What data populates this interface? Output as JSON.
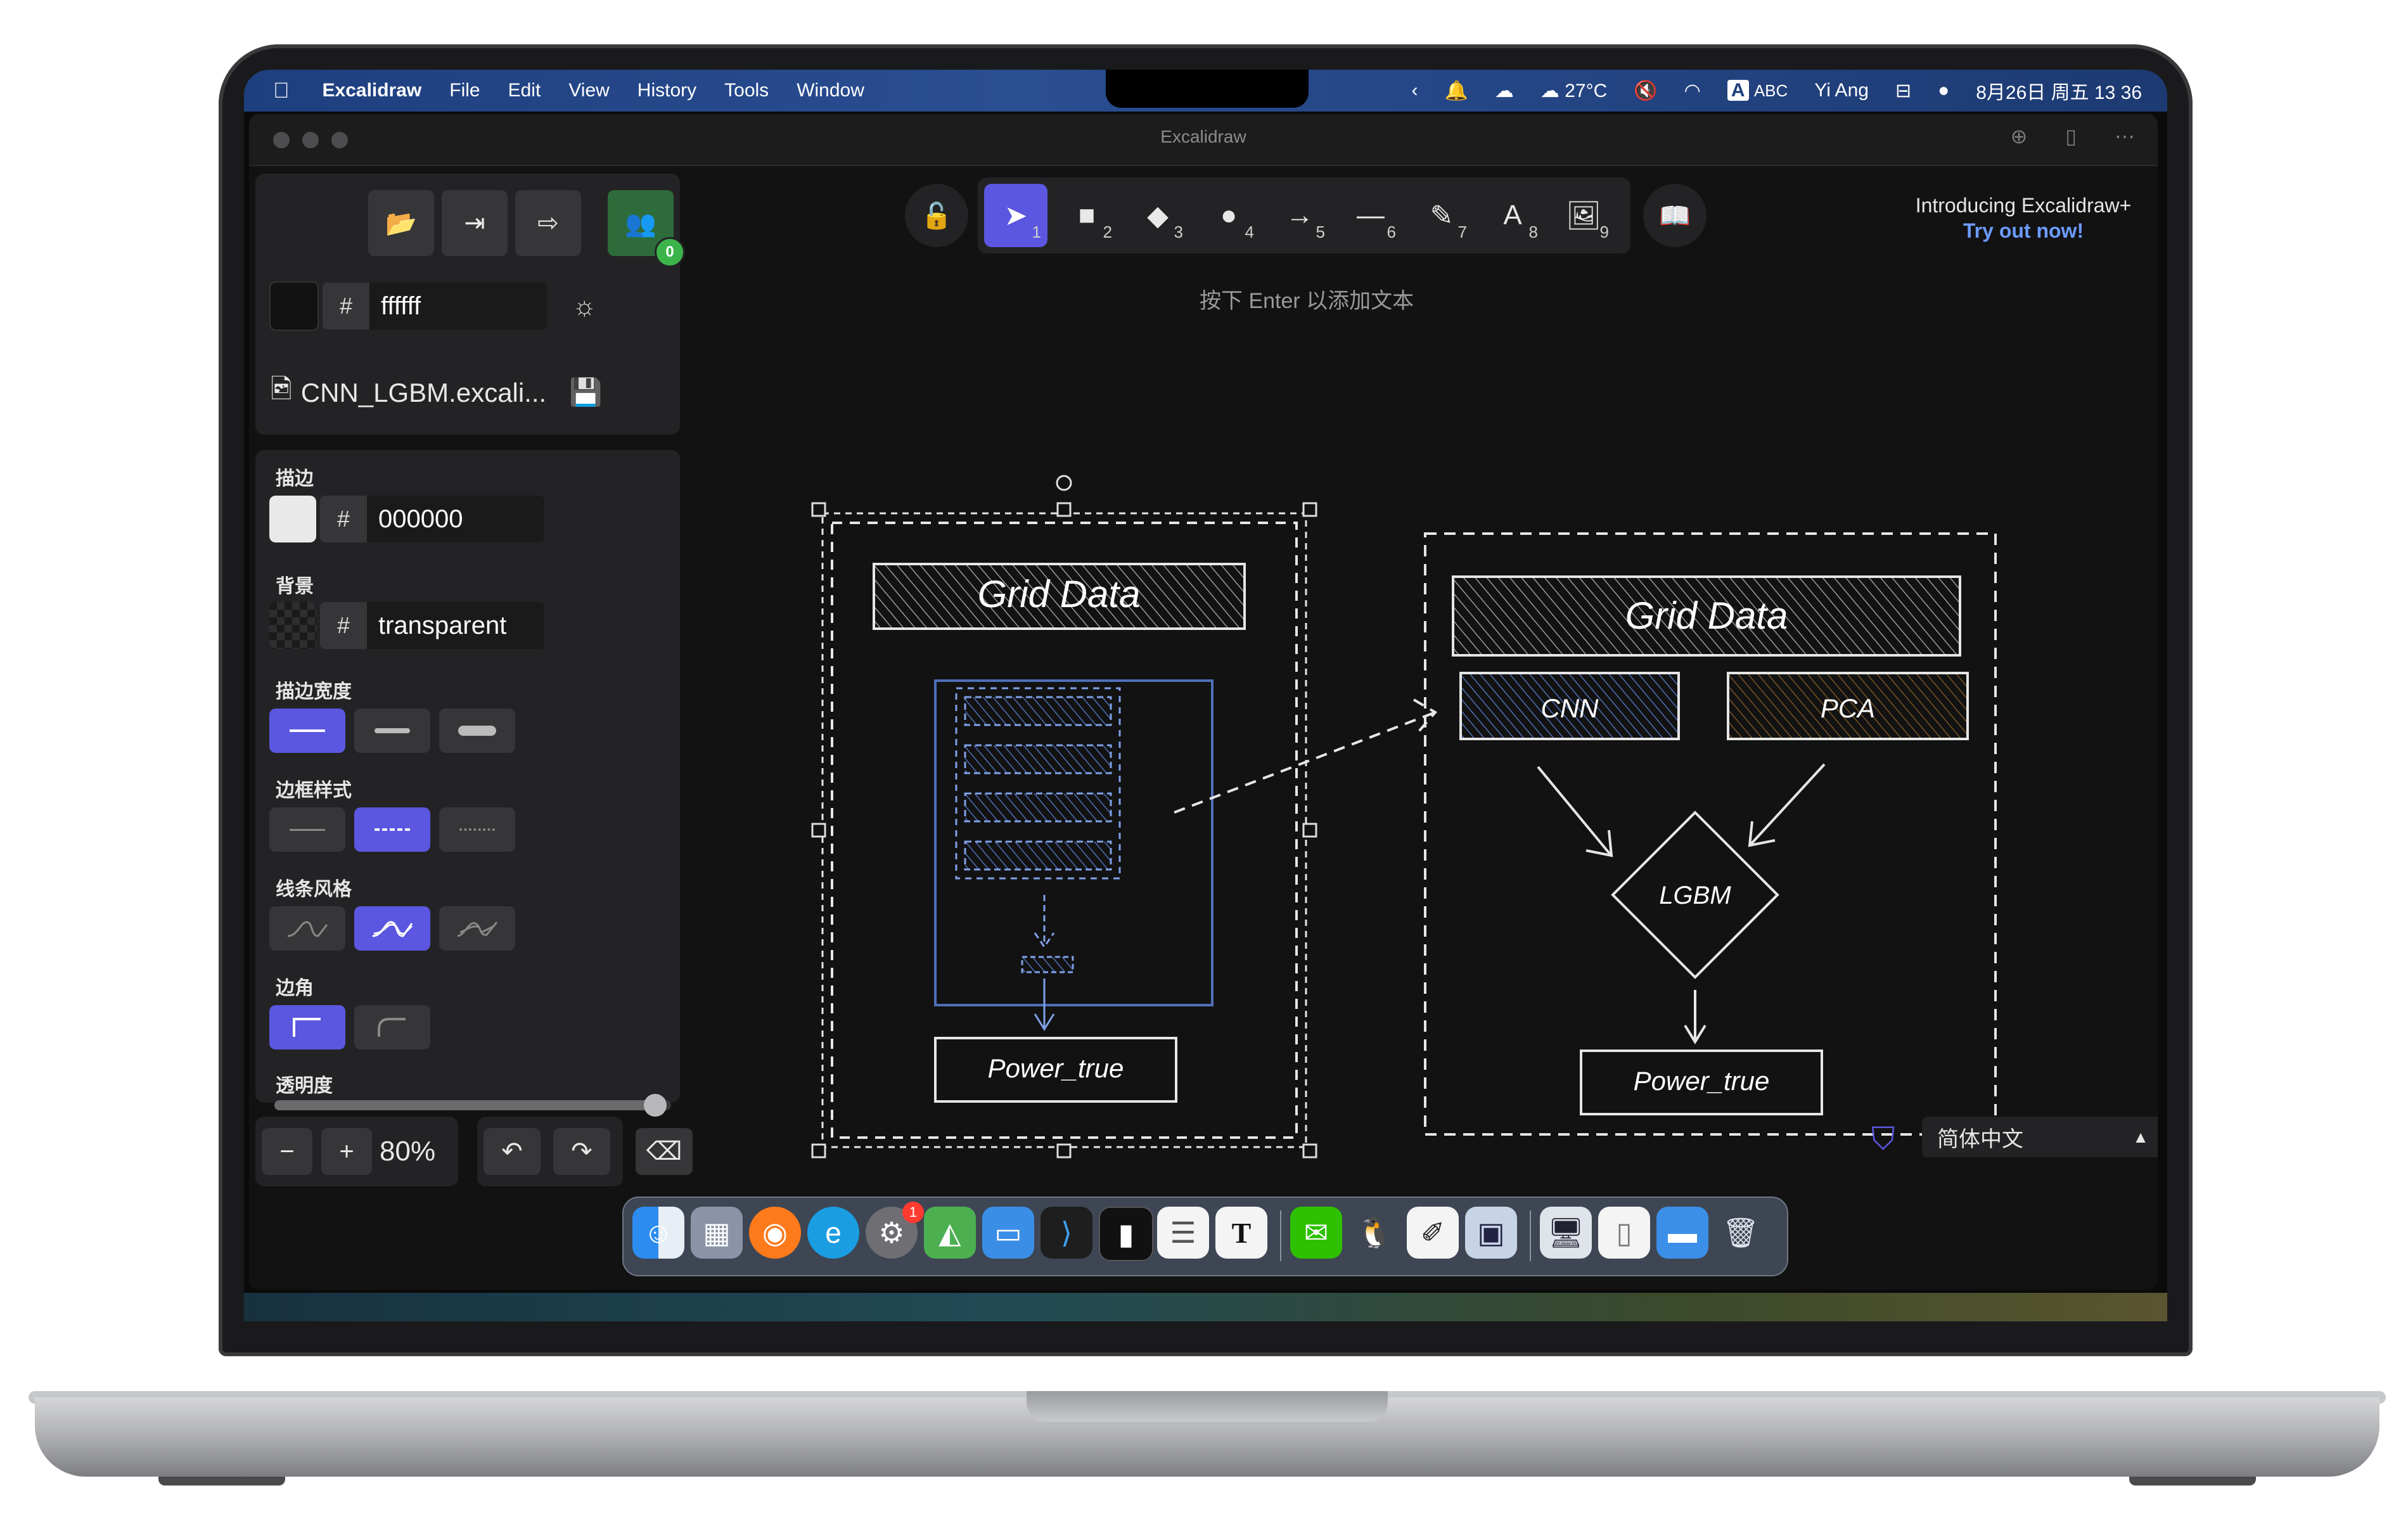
{
  "menubar": {
    "app_name": "Excalidraw",
    "menus": [
      "File",
      "Edit",
      "View",
      "History",
      "Tools",
      "Window"
    ],
    "weather": "27°C",
    "input_method": "ABC",
    "user": "Yi Ang",
    "datetime": "8月26日 周五 13 36"
  },
  "window": {
    "title": "Excalidraw"
  },
  "sidebar": {
    "canvas_bg_hex": "ffffff",
    "file_name": "CNN_LGBM.excali...",
    "collab_count": "0",
    "stroke_label": "描边",
    "stroke_hex": "000000",
    "background_label": "背景",
    "background_hex": "transparent",
    "stroke_width_label": "描边宽度",
    "border_style_label": "边框样式",
    "line_style_label": "线条风格",
    "corner_label": "边角",
    "opacity_label": "透明度",
    "opacity_value": 1.0
  },
  "toolbar": {
    "tools": [
      {
        "name": "selection",
        "shortcut": "1",
        "active": true
      },
      {
        "name": "rectangle",
        "shortcut": "2"
      },
      {
        "name": "diamond",
        "shortcut": "3"
      },
      {
        "name": "ellipse",
        "shortcut": "4"
      },
      {
        "name": "arrow",
        "shortcut": "5"
      },
      {
        "name": "line",
        "shortcut": "6"
      },
      {
        "name": "draw",
        "shortcut": "7"
      },
      {
        "name": "text",
        "shortcut": "8"
      },
      {
        "name": "image",
        "shortcut": "9"
      }
    ],
    "hint": "按下 Enter 以添加文本"
  },
  "promo": {
    "line1": "Introducing Excalidraw+",
    "link": "Try out now!"
  },
  "zoom": {
    "level": "80%"
  },
  "language": {
    "selected": "简体中文"
  },
  "diagram": {
    "left_title": "Grid Data",
    "left_output": "Power_true",
    "right_title": "Grid Data",
    "right_cnn": "CNN",
    "right_pca": "PCA",
    "right_lgbm": "LGBM",
    "right_output": "Power_true"
  },
  "colors": {
    "accent": "#5b57e0",
    "panel": "#232325",
    "canvas": "#121212",
    "cnn_fill": "#1f3a6b",
    "pca_fill": "#4a3218",
    "grid_fill": "#3a3a3a"
  },
  "dock": {
    "apps": [
      "finder-icon",
      "launchpad-icon",
      "firefox-icon",
      "edge-icon",
      "system-settings-icon",
      "maps-icon",
      "preview-icon",
      "vscode-icon",
      "terminal-icon",
      "reminders-icon",
      "typora-icon",
      "wechat-icon",
      "qq-icon",
      "excalidraw-icon",
      "remote-desktop-icon",
      "screen-icon",
      "document-icon",
      "folder-icon",
      "trash-icon"
    ],
    "settings_badge": "1"
  }
}
